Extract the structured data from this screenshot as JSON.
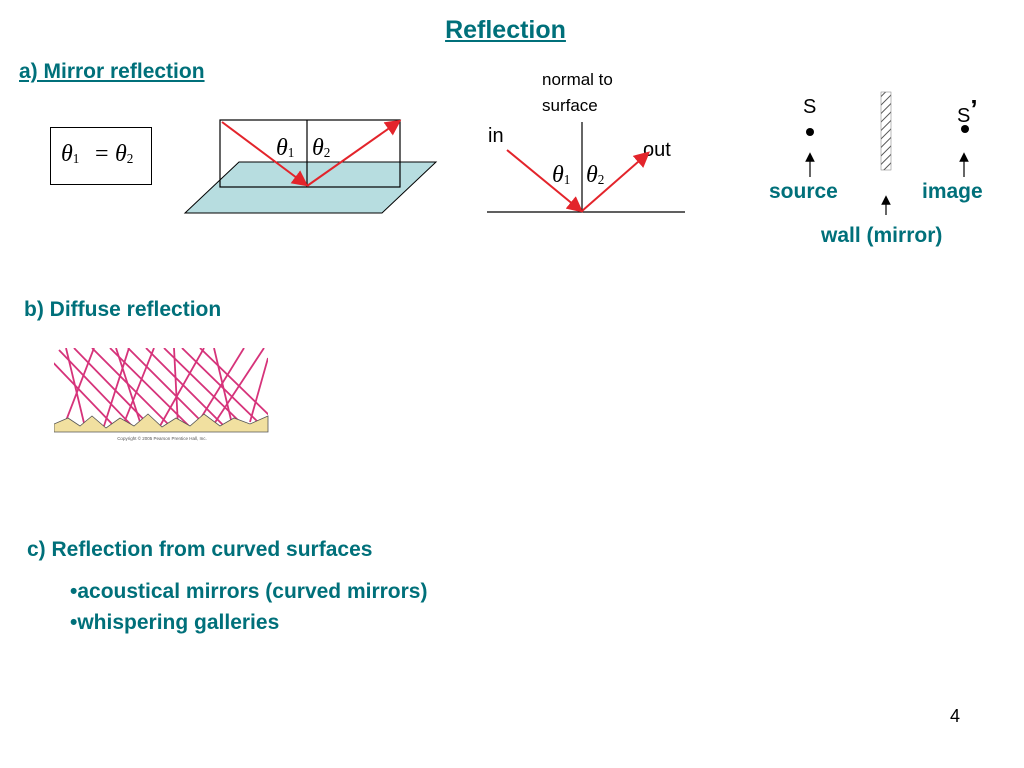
{
  "slide": {
    "title": "Reflection",
    "page_number": "4"
  },
  "section_a": {
    "heading": "a) Mirror reflection",
    "formula": {
      "lhs": "θ",
      "lhs_sub": "1",
      "eq": "=",
      "rhs": "θ",
      "rhs_sub": "2"
    },
    "plane_diagram": {
      "theta1": "θ",
      "theta1_sub": "1",
      "theta2": "θ",
      "theta2_sub": "2"
    },
    "normal_diagram": {
      "normal_label_line1": "normal to",
      "normal_label_line2": "surface",
      "in_label": "in",
      "out_label": "out",
      "theta1": "θ",
      "theta1_sub": "1",
      "theta2": "θ",
      "theta2_sub": "2"
    },
    "image_diagram": {
      "source_point": "S",
      "image_point": "S",
      "image_point_prime": "’",
      "source_label": "source",
      "image_label": "image",
      "wall_label": "wall (mirror)"
    }
  },
  "section_b": {
    "heading": "b) Diffuse reflection",
    "copyright": "Copyright © 2005 Pearson Prentice Hall, Inc."
  },
  "section_c": {
    "heading": "c) Reflection from curved surfaces",
    "bullets": [
      "•acoustical mirrors (curved mirrors)",
      "•whispering galleries"
    ]
  },
  "colors": {
    "heading_teal": "#00707a",
    "ray_red": "#e3242b",
    "plane_fill": "#b7dde0",
    "diffuse_ray": "#d6337a",
    "surface_fill": "#f1e0a0"
  }
}
